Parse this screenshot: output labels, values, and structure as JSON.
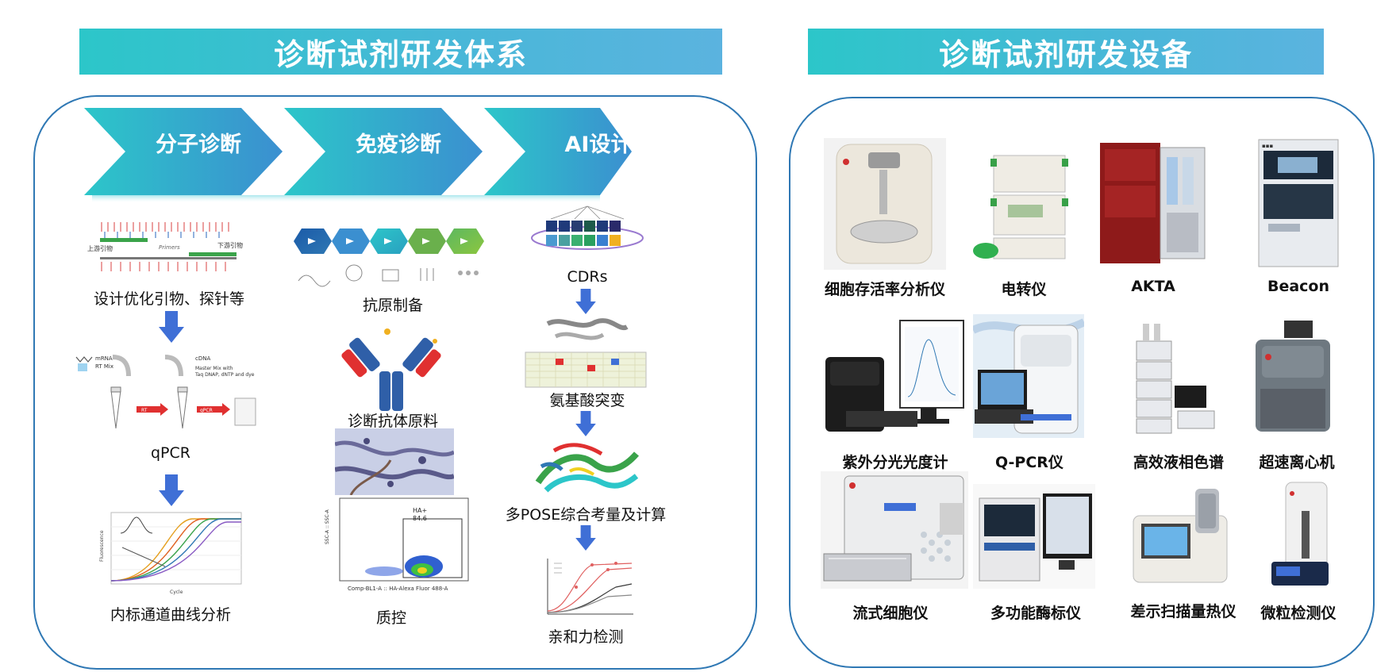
{
  "left": {
    "title": "诊断试剂研发体系",
    "steps": [
      "分子诊断",
      "免疫诊断",
      "AI设计"
    ],
    "col1": [
      "设计优化引物、探针等",
      "qPCR",
      "内标通道曲线分析"
    ],
    "col2": [
      "抗原制备",
      "诊断抗体原料",
      "质控"
    ],
    "col3": [
      "CDRs",
      "氨基酸突变",
      "多POSE综合考量及计算",
      "亲和力检测"
    ]
  },
  "right": {
    "title": "诊断试剂研发设备",
    "devices": [
      "细胞存活率分析仪",
      "电转仪",
      "AKTA",
      "Beacon",
      "紫外分光光度计",
      "Q-PCR仪",
      "高效液相色谱",
      "超速离心机",
      "流式细胞仪",
      "多功能酶标仪",
      "差示扫描量热仪",
      "微粒检测仪"
    ]
  },
  "figure_text": {
    "primer_left": "上游引物",
    "primer_right": "下游引物",
    "primers": "Primers",
    "mrna": "mRNA",
    "rtmix": "RT Mix",
    "cdna": "cDNA",
    "mastermix": "Master Mix with",
    "taq": "Taq DNAP, dNTP and dye",
    "rt": "RT",
    "qpcr": "qPCR",
    "fluor": "Fluorescence",
    "cycle": "Cycle",
    "ssca": "SSC-A :: SSC-A",
    "comp": "Comp-BL1-A :: HA-Alexa Fluor 488-A",
    "ha": "HA+",
    "ha_val": "84.6"
  },
  "colors": {
    "banner": "#2cc6c9",
    "panel_border": "#2f78b4",
    "chevron_start": "#2cc6c9",
    "chevron_end": "#3b8fd0",
    "arrow": "#3f6fd6"
  }
}
